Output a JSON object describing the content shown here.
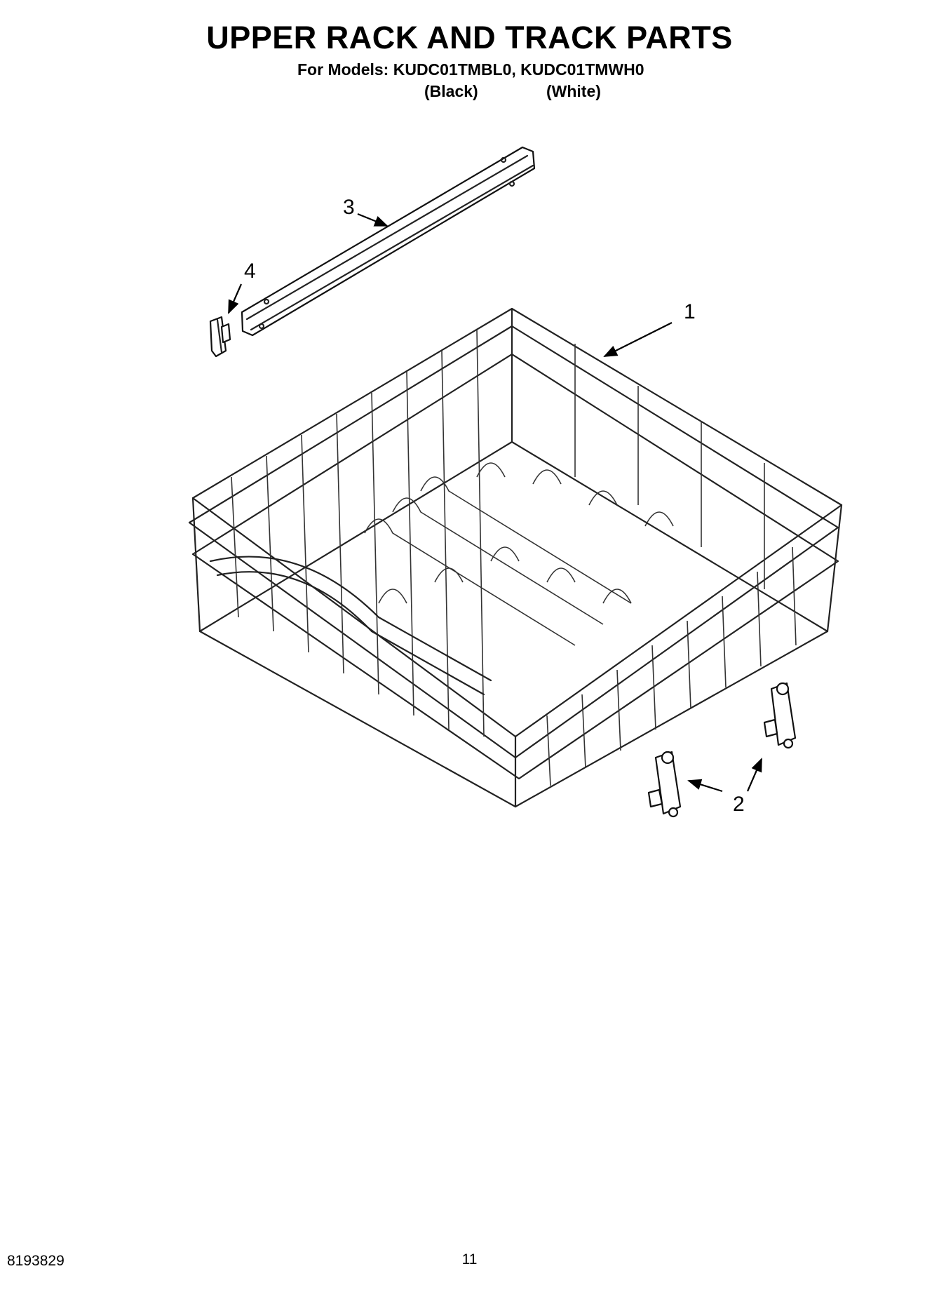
{
  "header": {
    "title": "UPPER RACK AND TRACK PARTS",
    "models_line": "For Models: KUDC01TMBL0, KUDC01TMWH0",
    "variant_black": "(Black)",
    "variant_white": "(White)"
  },
  "callouts": {
    "rack": "1",
    "roller_adjuster": "2",
    "track": "3",
    "track_stop": "4"
  },
  "footer": {
    "document_number": "8193829",
    "page_number": "11"
  }
}
